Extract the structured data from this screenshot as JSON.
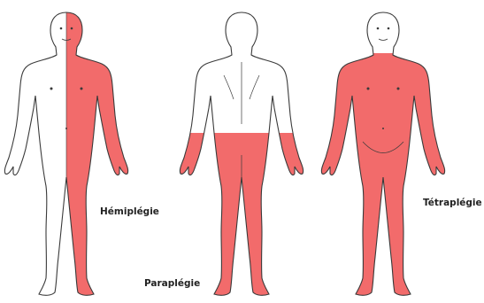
{
  "colors": {
    "affected": "#f26b6b",
    "outline": "#3a3a3a",
    "skin": "#ffffff"
  },
  "figures": [
    {
      "view": "front",
      "highlight": "right-half",
      "label": "Hémiplégie"
    },
    {
      "view": "back",
      "highlight": "lower-body",
      "label": "Paraplégie"
    },
    {
      "view": "front",
      "highlight": "all-limbs-and-trunk",
      "label": "Tétraplégie"
    }
  ]
}
